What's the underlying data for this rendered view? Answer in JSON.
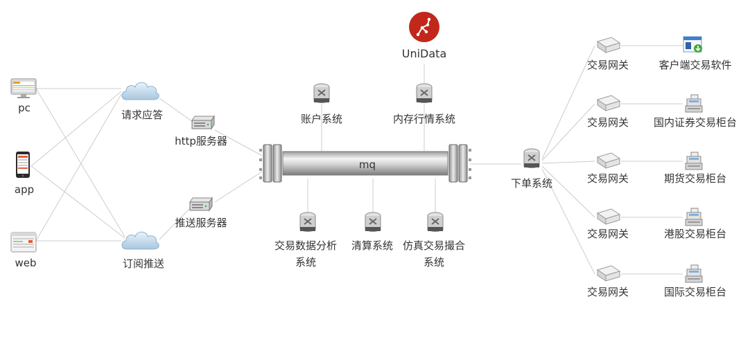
{
  "labels": {
    "pc": "pc",
    "app": "app",
    "web": "web",
    "request_response": "请求应答",
    "subscribe_push": "订阅推送",
    "http_server": "http服务器",
    "push_server": "推送服务器",
    "account_system": "账户系统",
    "memory_quote_system": "内存行情系统",
    "unidata": "UniData",
    "mq": "mq",
    "analysis_system_line1": "交易数据分析",
    "analysis_system_line2": "系统",
    "clearing_system": "清算系统",
    "sim_match_line1": "仿真交易撮合",
    "sim_match_line2": "系统",
    "order_system": "下单系统",
    "gateways": [
      "交易网关",
      "交易网关",
      "交易网关",
      "交易网关",
      "交易网关"
    ],
    "counters": [
      "客户端交易软件",
      "国内证券交易柜台",
      "期货交易柜台",
      "港股交易柜台",
      "国际交易柜台"
    ]
  },
  "icons": {
    "pc": "desktop-monitor-icon",
    "app": "smartphone-icon",
    "web": "browser-window-icon",
    "cloud": "cloud-icon",
    "server": "rack-server-icon",
    "router": "router-switch-icon",
    "unidata": "unidata-logo-icon",
    "gateway": "network-gateway-icon",
    "client_software": "software-download-icon",
    "counter": "cash-register-icon"
  },
  "colors": {
    "line": "#cccccc",
    "text": "#333333",
    "unidata_red": "#c1281b"
  }
}
